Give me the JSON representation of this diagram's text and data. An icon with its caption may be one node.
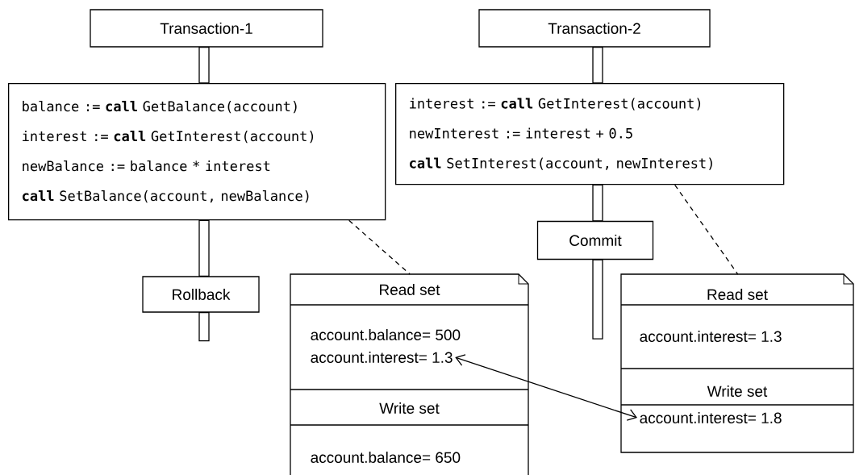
{
  "diagram": {
    "nodes": [
      {
        "text": [
          "Transaction-1"
        ]
      },
      {
        "text": [
          "balance := **call** GetBalance(account)",
          "interest := **call** GetInterest(account)",
          "newBalance := balance * interest",
          "**call** SetBalance(account, newBalance)"
        ]
      },
      {
        "text": [
          "Rollback"
        ]
      },
      {
        "text": [
          "Transaction-2"
        ]
      },
      {
        "text": [
          "interest := **call** GetInterest(account)",
          "newInterest := interest + 0.5",
          "**call** SetInterest(account, newInterest)"
        ]
      },
      {
        "text": [
          "Commit"
        ]
      },
      {
        "text": [
          "Read set",
          "Write set"
        ]
      },
      {
        "text": [
          "account.balance= 500"
        ],
        "in": 6
      },
      {
        "text": [
          "account.interest= 1.3"
        ],
        "in": 6
      },
      {
        "text": [
          "account.balance= 650"
        ],
        "in": 6
      },
      {
        "text": [
          "Read set",
          "Write set"
        ]
      },
      {
        "text": [
          "account.interest= 1.3"
        ],
        "in": 10
      },
      {
        "text": [
          "account.interest= 1.8"
        ],
        "in": 10
      }
    ],
    "edges": [
      {
        "from": 0,
        "to": 1,
        "arrow": "none"
      },
      {
        "from": 1,
        "to": 2,
        "arrow": "none"
      },
      {
        "from": 2,
        "to": null,
        "arrow": "none"
      },
      {
        "from": 3,
        "to": 4,
        "arrow": "none"
      },
      {
        "from": 4,
        "to": 5,
        "arrow": "none"
      },
      {
        "from": 5,
        "to": null,
        "arrow": "none"
      },
      {
        "from": 1,
        "to": 6,
        "arrow": "none",
        "style": "dashed"
      },
      {
        "from": 4,
        "to": 10,
        "arrow": "none",
        "style": "dashed"
      },
      {
        "from": 8,
        "to": 12,
        "arrow": "both"
      }
    ]
  }
}
